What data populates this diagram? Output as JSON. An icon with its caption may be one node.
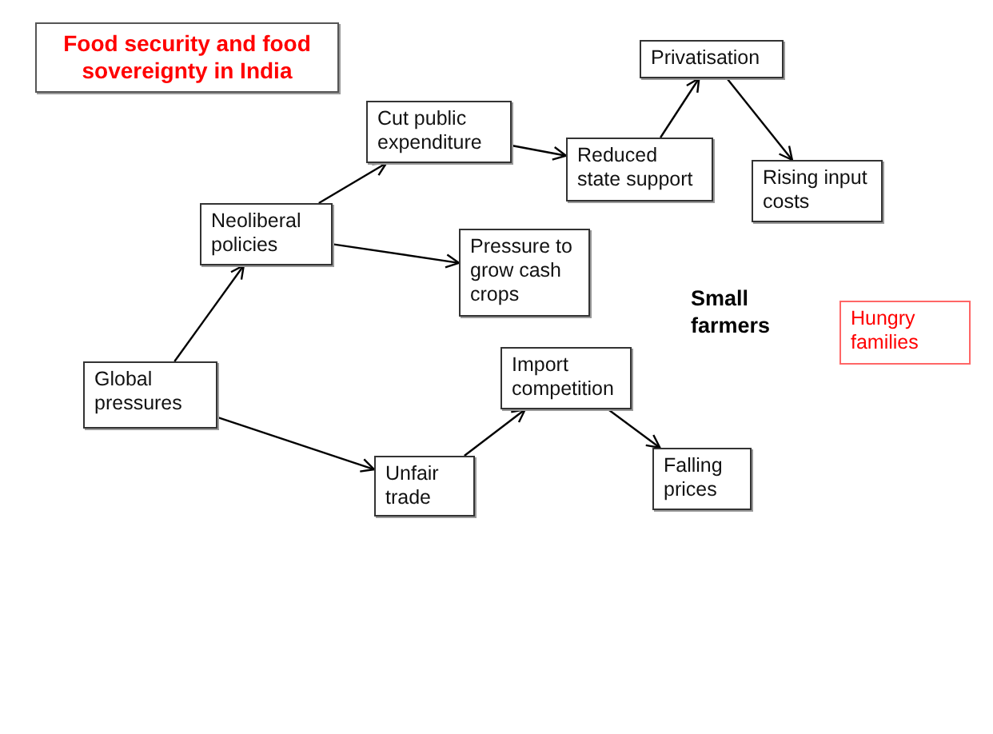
{
  "diagram": {
    "title": "Food security and food sovereignty in India",
    "nodes": [
      {
        "text": [
          "Global pressures"
        ]
      },
      {
        "text": [
          "Neoliberal policies"
        ]
      },
      {
        "text": [
          "Cut public expenditure"
        ]
      },
      {
        "text": [
          "Reduced state support"
        ]
      },
      {
        "text": [
          "Privatisation"
        ]
      },
      {
        "text": [
          "Rising input costs"
        ]
      },
      {
        "text": [
          "Pressure to grow cash crops"
        ]
      },
      {
        "text": [
          "Unfair trade"
        ]
      },
      {
        "text": [
          "Import competition"
        ]
      },
      {
        "text": [
          "Falling prices"
        ]
      },
      {
        "text": [
          "Hungry families"
        ]
      }
    ],
    "edges": [
      {
        "from": 0,
        "to": 1,
        "arrow": "to"
      },
      {
        "from": 1,
        "to": 2,
        "arrow": "to"
      },
      {
        "from": 2,
        "to": 3,
        "arrow": "to"
      },
      {
        "from": 3,
        "to": 4,
        "arrow": "to"
      },
      {
        "from": 4,
        "to": 5,
        "arrow": "to"
      },
      {
        "from": 1,
        "to": 6,
        "arrow": "to"
      },
      {
        "from": 0,
        "to": 7,
        "arrow": "to"
      },
      {
        "from": 7,
        "to": 8,
        "arrow": "to"
      },
      {
        "from": 8,
        "to": 9,
        "arrow": "to"
      }
    ],
    "labels": [
      "Small farmers"
    ]
  }
}
